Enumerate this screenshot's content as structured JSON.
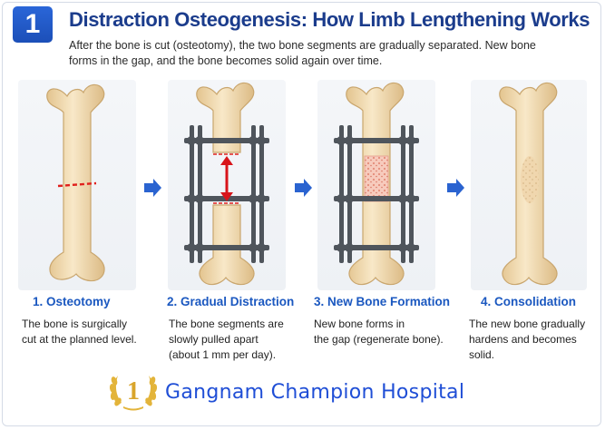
{
  "header": {
    "badge": "1",
    "title": "Distraction Osteogenesis: How Limb Lengthening Works",
    "subtitle_lines": [
      "After the bone is cut (osteotomy), the two bone segments are gradually separated. New bone",
      "forms in the gap, and the bone becomes solid again over time."
    ]
  },
  "steps": [
    {
      "title": "1. Osteotomy",
      "desc": [
        "The bone is surgically",
        "cut at the planned level."
      ]
    },
    {
      "title": "2. Gradual Distraction",
      "desc": [
        "The bone segments are",
        "slowly pulled apart",
        "(about 1 mm per day)."
      ]
    },
    {
      "title": "3. New Bone Formation",
      "desc": [
        "New bone forms in",
        "the gap (regenerate bone)."
      ]
    },
    {
      "title": "4. Consolidation",
      "desc": [
        "The new bone gradually",
        "hardens and becomes",
        "solid."
      ]
    }
  ],
  "footer": {
    "logo_numeral": "1",
    "hospital_name": "Gangnam Champion Hospital"
  },
  "colors": {
    "title": "#1b3c8c",
    "accent": "#1b58c0",
    "bone": "#f1dcb5",
    "cut_line": "#e0201c",
    "distraction_arrow": "#d8141a",
    "frame_metal": "#555b63",
    "regenerate": "#f3b8a8"
  }
}
